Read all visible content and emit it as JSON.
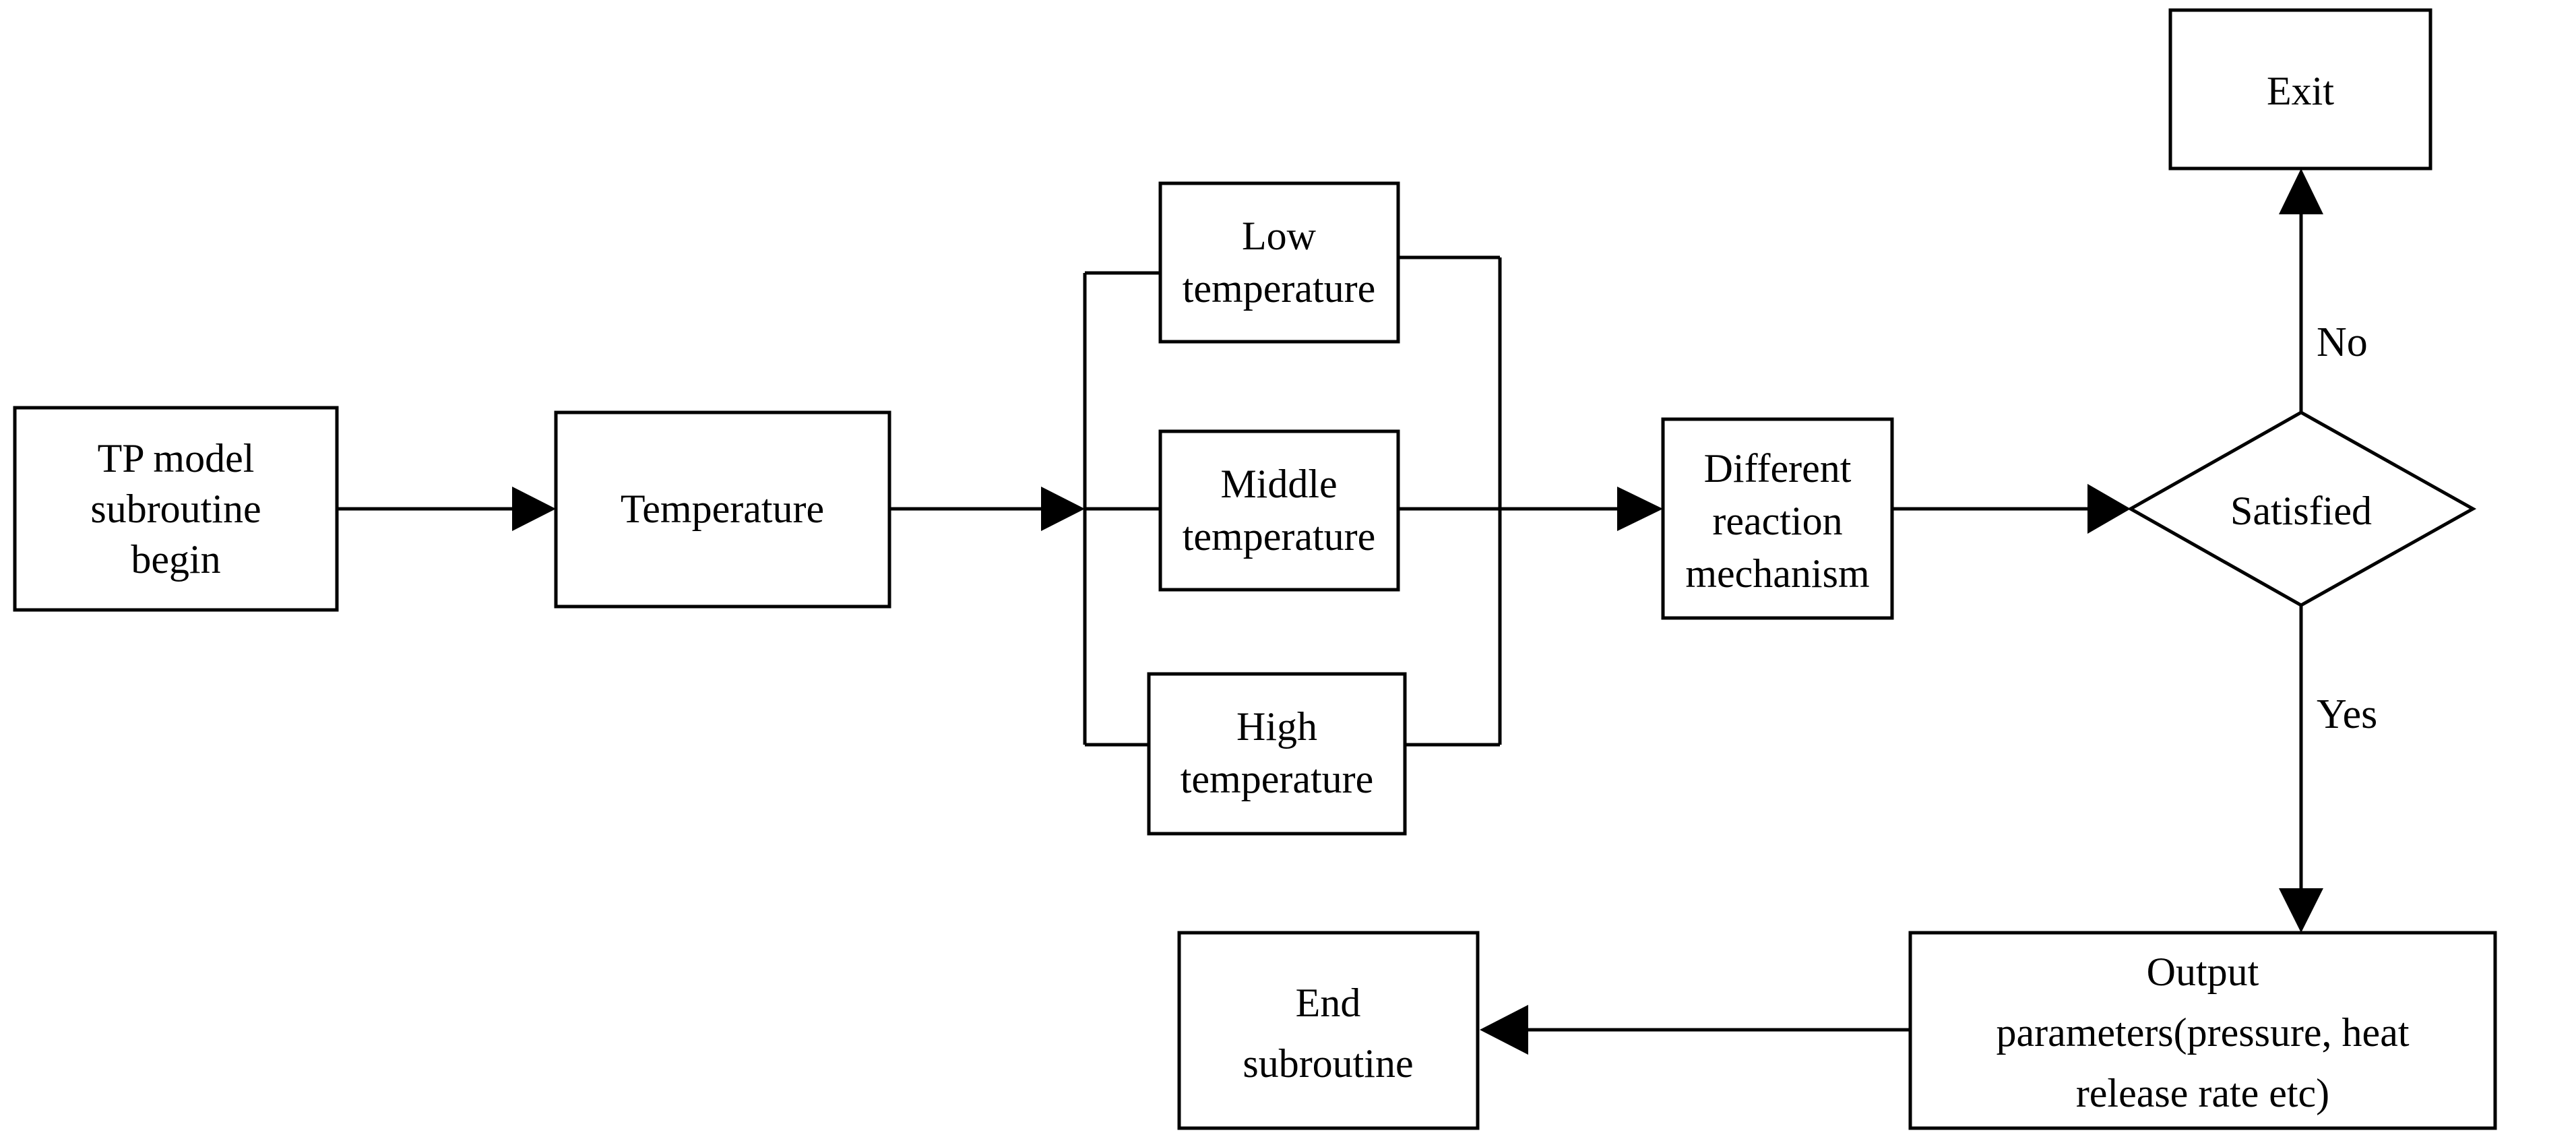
{
  "diagram": {
    "type": "flowchart",
    "title": "TP model subroutine flowchart",
    "background_color": "#ffffff",
    "line_color": "#000000",
    "text_color": "#000000",
    "nodes": [
      {
        "id": "start",
        "shape": "rectangle",
        "lines": [
          "TP model",
          "subroutine",
          "begin"
        ]
      },
      {
        "id": "temperature",
        "shape": "rectangle",
        "lines": [
          "Temperature"
        ]
      },
      {
        "id": "low_temp",
        "shape": "rectangle",
        "lines": [
          "Low",
          "temperature"
        ]
      },
      {
        "id": "middle_temp",
        "shape": "rectangle",
        "lines": [
          "Middle",
          "temperature"
        ]
      },
      {
        "id": "high_temp",
        "shape": "rectangle",
        "lines": [
          "High",
          "temperature"
        ]
      },
      {
        "id": "mechanism",
        "shape": "rectangle",
        "lines": [
          "Different",
          "reaction",
          "mechanism"
        ]
      },
      {
        "id": "satisfied",
        "shape": "diamond",
        "lines": [
          "Satisfied"
        ]
      },
      {
        "id": "exit",
        "shape": "rectangle",
        "lines": [
          "Exit"
        ]
      },
      {
        "id": "output",
        "shape": "rectangle",
        "lines": [
          "Output",
          "parameters(pressure, heat",
          "release rate etc)"
        ]
      },
      {
        "id": "end",
        "shape": "rectangle",
        "lines": [
          "End",
          "subroutine"
        ]
      }
    ],
    "edge_labels": {
      "no": "No",
      "yes": "Yes"
    },
    "edges": [
      {
        "from": "start",
        "to": "temperature",
        "label": ""
      },
      {
        "from": "temperature",
        "to": "temperature_split",
        "label": ""
      },
      {
        "from": "temperature_merge",
        "to": "mechanism",
        "label": ""
      },
      {
        "from": "mechanism",
        "to": "satisfied",
        "label": ""
      },
      {
        "from": "satisfied",
        "to": "exit",
        "label": "No"
      },
      {
        "from": "satisfied",
        "to": "output",
        "label": "Yes"
      },
      {
        "from": "output",
        "to": "end",
        "label": ""
      }
    ]
  },
  "text": {
    "start_l1": "TP model",
    "start_l2": "subroutine",
    "start_l3": "begin",
    "temperature": "Temperature",
    "low_l1": "Low",
    "low_l2": "temperature",
    "middle_l1": "Middle",
    "middle_l2": "temperature",
    "high_l1": "High",
    "high_l2": "temperature",
    "mech_l1": "Different",
    "mech_l2": "reaction",
    "mech_l3": "mechanism",
    "satisfied": "Satisfied",
    "exit": "Exit",
    "label_no": "No",
    "label_yes": "Yes",
    "output_l1": "Output",
    "output_l2": "parameters(pressure, heat",
    "output_l3": "release rate etc)",
    "end_l1": "End",
    "end_l2": "subroutine"
  }
}
